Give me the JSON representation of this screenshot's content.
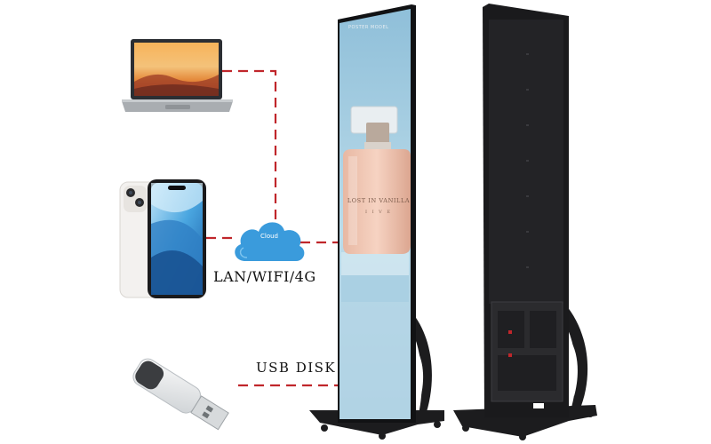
{
  "captions": {
    "network": "LAN/WIFI/4G",
    "usb": "USB DISK"
  },
  "cloud": {
    "label": "Cloud"
  },
  "screen": {
    "brand": "POSTER MODEL",
    "product_name": "LOST IN VANILLA",
    "product_sub": "I I V E"
  },
  "colors": {
    "connector": "#c0262b",
    "cloud": "#3a9bdc",
    "frame": "#1c1c1e",
    "screen_sky": "#9cc7de"
  },
  "icons": {
    "laptop": "laptop-icon",
    "phone": "smartphone-icon",
    "cloud": "cloud-icon",
    "usb": "usb-drive-icon"
  }
}
